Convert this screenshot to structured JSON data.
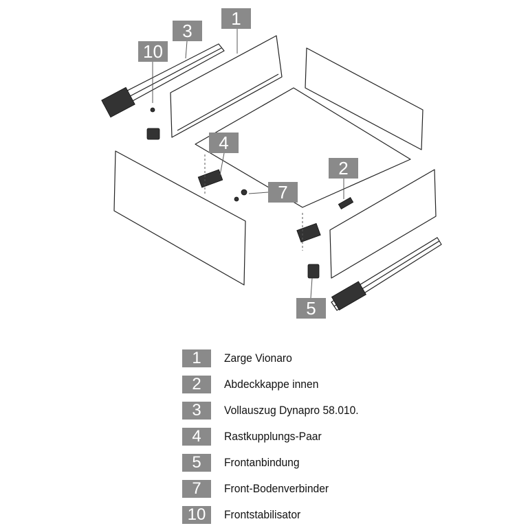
{
  "callouts": [
    {
      "num": "1"
    },
    {
      "num": "3"
    },
    {
      "num": "10"
    },
    {
      "num": "4"
    },
    {
      "num": "2"
    },
    {
      "num": "7"
    },
    {
      "num": "5"
    }
  ],
  "legend": [
    {
      "num": "1",
      "label": "Zarge Vionaro"
    },
    {
      "num": "2",
      "label": "Abdeckkappe innen"
    },
    {
      "num": "3",
      "label": "Vollauszug Dynapro 58.010."
    },
    {
      "num": "4",
      "label": "Rastkupplungs-Paar"
    },
    {
      "num": "5",
      "label": "Frontanbindung"
    },
    {
      "num": "7",
      "label": "Front-Bodenverbinder"
    },
    {
      "num": "10",
      "label": "Frontstabilisator"
    }
  ],
  "colors": {
    "badge": "#8a8a8a",
    "line": "#222222"
  }
}
